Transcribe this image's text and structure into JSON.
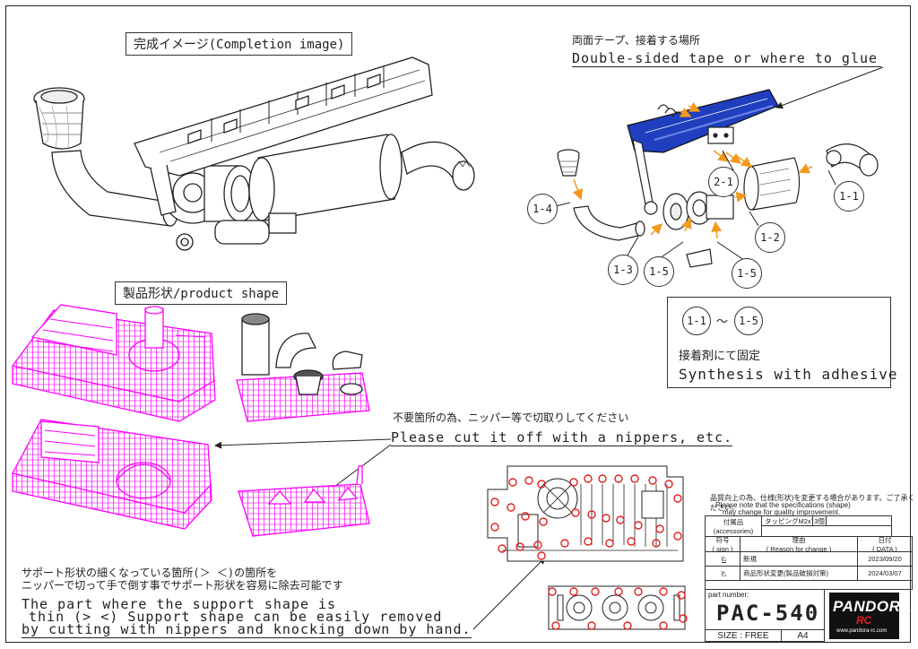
{
  "labels": {
    "completion": "完成イメージ(Completion image)",
    "product_shape": "製品形状/product shape",
    "tape_jp": "両面テープ、接着する場所",
    "tape_en": "Double-sided tape or where to glue",
    "cut_jp": "不要箇所の為、ニッパー等で切取りしてください",
    "cut_en": "Please cut it off with a nippers, etc.",
    "support_jp_1": "サポート形状の細くなっている箇所(＞ ＜)の箇所を",
    "support_jp_2": "ニッパーで切って手で倒す事でサポート形状を容易に除去可能です",
    "support_en_1": "The part where the support shape is",
    "support_en_2": "thin (> <) Support shape can be easily removed",
    "support_en_3": "by cutting with nippers and knocking down by hand."
  },
  "parts": [
    "1-1",
    "1-2",
    "1-3",
    "1-4",
    "1-5",
    "1-5",
    "2-1"
  ],
  "adhesive_box": {
    "from": "1-1",
    "sep": "～",
    "to": "1-5",
    "jp": "接着剤にて固定",
    "en": "Synthesis with adhesive"
  },
  "title_block": {
    "spec_note_jp": "品質向上の為、仕様(形状)を変更する場合があります。ご了承ください。",
    "spec_note_en_1": "Please note that the specifications (shape)",
    "spec_note_en_2": "may change for quality improvement.",
    "accessories_label": "付属品",
    "accessories_en": "(accessories)",
    "accessory_item": "タッピングM2x7",
    "accessory_qty": "3個",
    "sign_label": "符号",
    "sign_en": "( sign )",
    "reason_label": "理由",
    "reason_en": "( Reason for change )",
    "date_label": "日付",
    "date_en": "( DATA )",
    "revisions": [
      {
        "sign": "1",
        "reason": "新規",
        "date": "2023/09/20"
      },
      {
        "sign": "2",
        "reason": "商品形状変更(製品破損対策)",
        "date": "2024/03/07"
      }
    ],
    "part_number_label": "part number:",
    "part_number": "PAC-540",
    "size_label": "SIZE : FREE",
    "paper": "A4",
    "brand": "PANDORA",
    "brand_sub": "RC",
    "url": "www.pandora-rc.com"
  },
  "colors": {
    "print_parts": "#ff00ff",
    "tape_area": "#1f3fbf",
    "support_marks": "#e02020",
    "lines": "#222222"
  }
}
